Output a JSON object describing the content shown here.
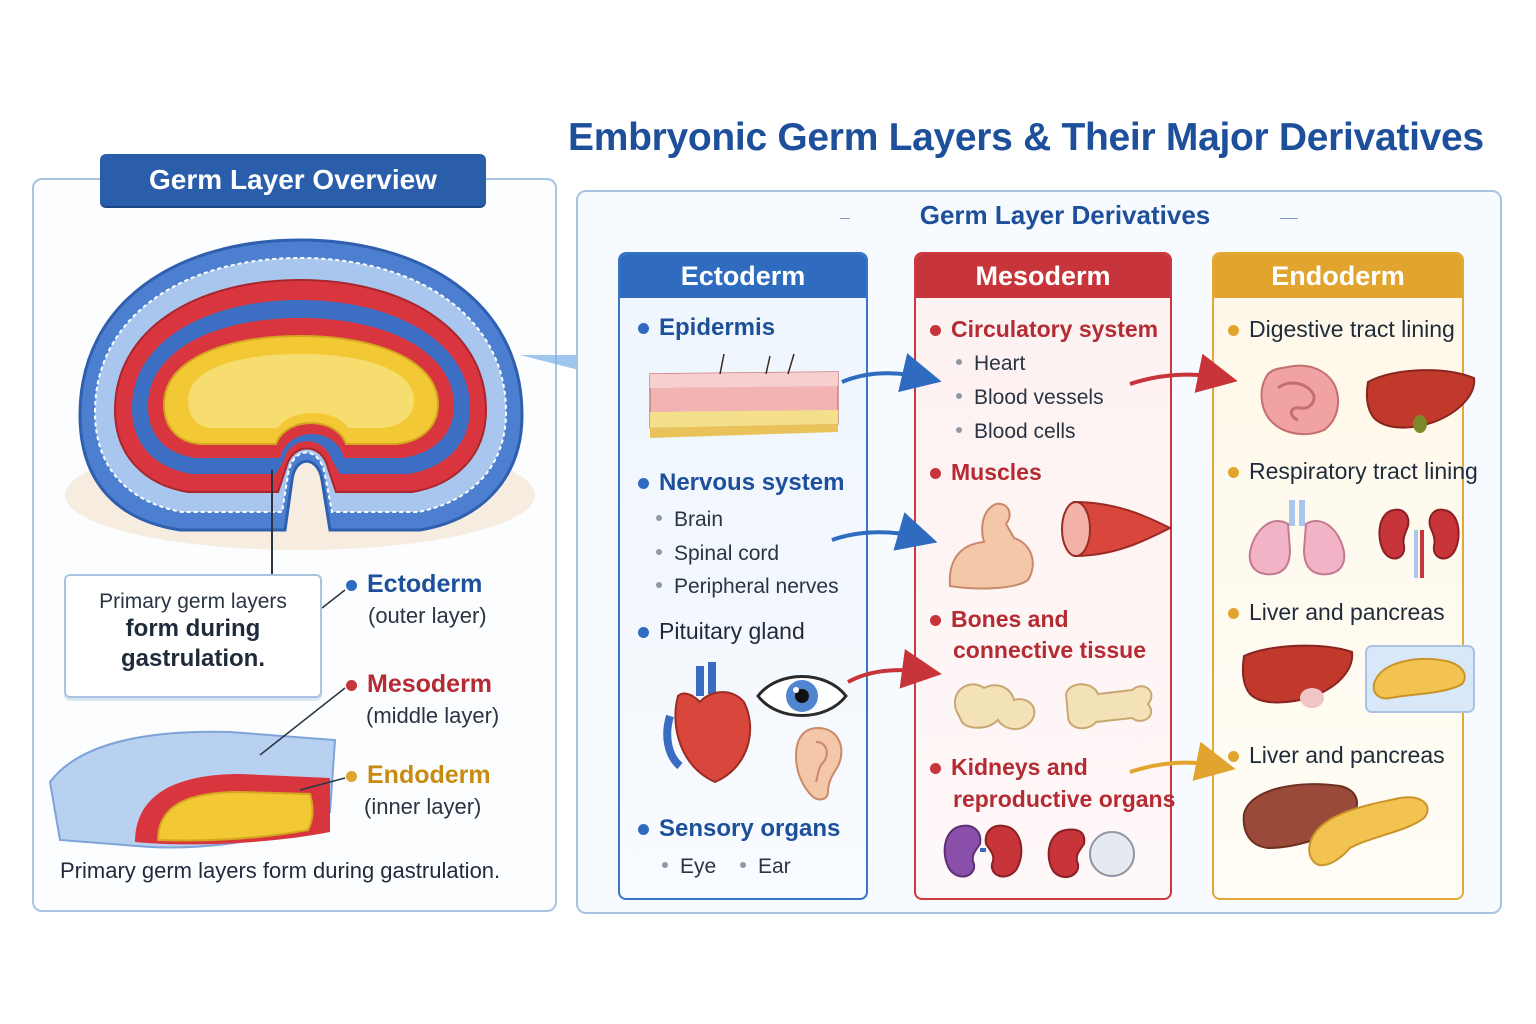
{
  "title": "Embryonic Germ Layers & Their Major Derivatives",
  "overview": {
    "tab_label": "Germ Layer Overview",
    "callout_line1": "Primary germ layers",
    "callout_line2": "form during",
    "callout_line3": "gastrulation.",
    "legend": [
      {
        "name": "Ectoderm",
        "desc": "(outer layer)",
        "color": "#2f6cc0"
      },
      {
        "name": "Mesoderm",
        "desc": "(middle layer)",
        "color": "#c7343a"
      },
      {
        "name": "Endoderm",
        "desc": "(inner layer)",
        "color": "#e1a42f"
      }
    ],
    "caption": "Primary germ layers form during gastrulation."
  },
  "derivatives": {
    "title": "Germ Layer Derivatives",
    "ectoderm": {
      "header": "Ectoderm",
      "epidermis": "Epidermis",
      "nervous": "Nervous system",
      "nervous_subs": [
        "Brain",
        "Spinal cord",
        "Peripheral nerves"
      ],
      "pituitary": "Pituitary gland",
      "sensory": "Sensory organs",
      "sensory_subs": [
        "Eye",
        "Ear"
      ]
    },
    "mesoderm": {
      "header": "Mesoderm",
      "circulatory": "Circulatory system",
      "circulatory_subs": [
        "Heart",
        "Blood vessels",
        "Blood cells"
      ],
      "muscles": "Muscles",
      "bones_l1": "Bones and",
      "bones_l2": "connective tissue",
      "kidneys_l1": "Kidneys and",
      "kidneys_l2": "reproductive organs"
    },
    "endoderm": {
      "header": "Endoderm",
      "items": [
        "Digestive tract lining",
        "Respiratory tract lining",
        "Liver and pancreas",
        "Liver and pancreas"
      ]
    }
  },
  "colors": {
    "ectoderm": "#2f6cc0",
    "mesoderm": "#c7343a",
    "endoderm": "#e1a42f",
    "title": "#1d4f9a"
  }
}
